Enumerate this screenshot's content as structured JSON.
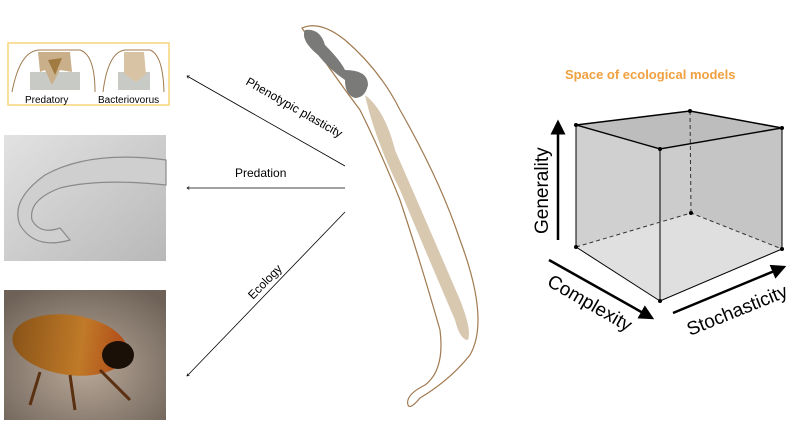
{
  "morph_box": {
    "left_label": "Predatory",
    "right_label": "Bacteriovorus"
  },
  "arrows": {
    "plasticity": "Phenotypic plasticity",
    "predation": "Predation",
    "ecology": "Ecology"
  },
  "cube": {
    "title": "Space of ecological models",
    "y_axis": "Generality",
    "x_axis": "Complexity",
    "z_axis": "Stochasticity"
  },
  "colors": {
    "title": "#f0a040",
    "box_border": "#f5d67a",
    "worm_outline": "#a07a50",
    "worm_fill": "#d8c8b0",
    "worm_head": "#7a7a78"
  }
}
